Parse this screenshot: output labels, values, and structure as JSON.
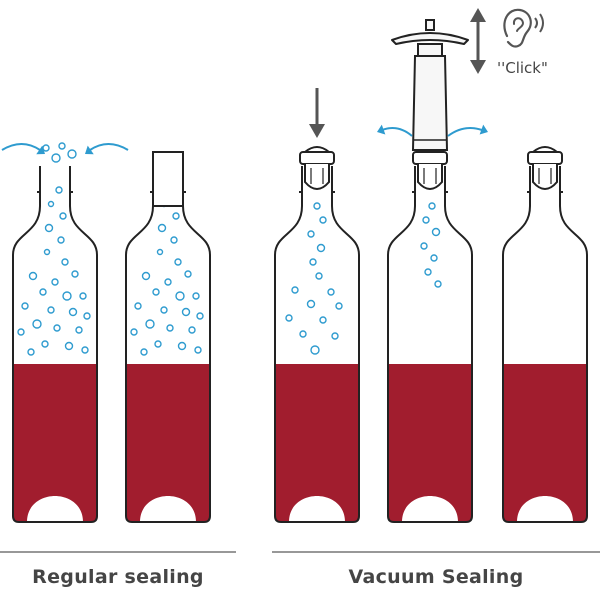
{
  "captions": {
    "regular": "Regular sealing",
    "vacuum": "Vacuum Sealing"
  },
  "sound_label": "''Click\"",
  "bottles": [
    {
      "name": "bottle-open",
      "stage": "regular",
      "closure": "none",
      "bubbles": "dense"
    },
    {
      "name": "bottle-corked",
      "stage": "regular",
      "closure": "cork",
      "bubbles": "dense"
    },
    {
      "name": "bottle-stopper-inserted",
      "stage": "vacuum",
      "closure": "stopper",
      "bubbles": "medium"
    },
    {
      "name": "bottle-pump-attached",
      "stage": "vacuum",
      "closure": "pump",
      "bubbles": "few"
    },
    {
      "name": "bottle-vacuum-sealed",
      "stage": "vacuum",
      "closure": "stopper",
      "bubbles": "none"
    }
  ],
  "icons": [
    "air-inflow-arrow-icon",
    "push-down-arrow-icon",
    "air-outflow-arrow-icon",
    "pump-stroke-arrow-icon",
    "ear-icon",
    "sound-waves-icon"
  ],
  "colors": {
    "wine": "#A11D2E",
    "outline": "#222222",
    "bubble": "#2E9BCF",
    "text": "#454545",
    "pump": "#F7F7F7"
  }
}
